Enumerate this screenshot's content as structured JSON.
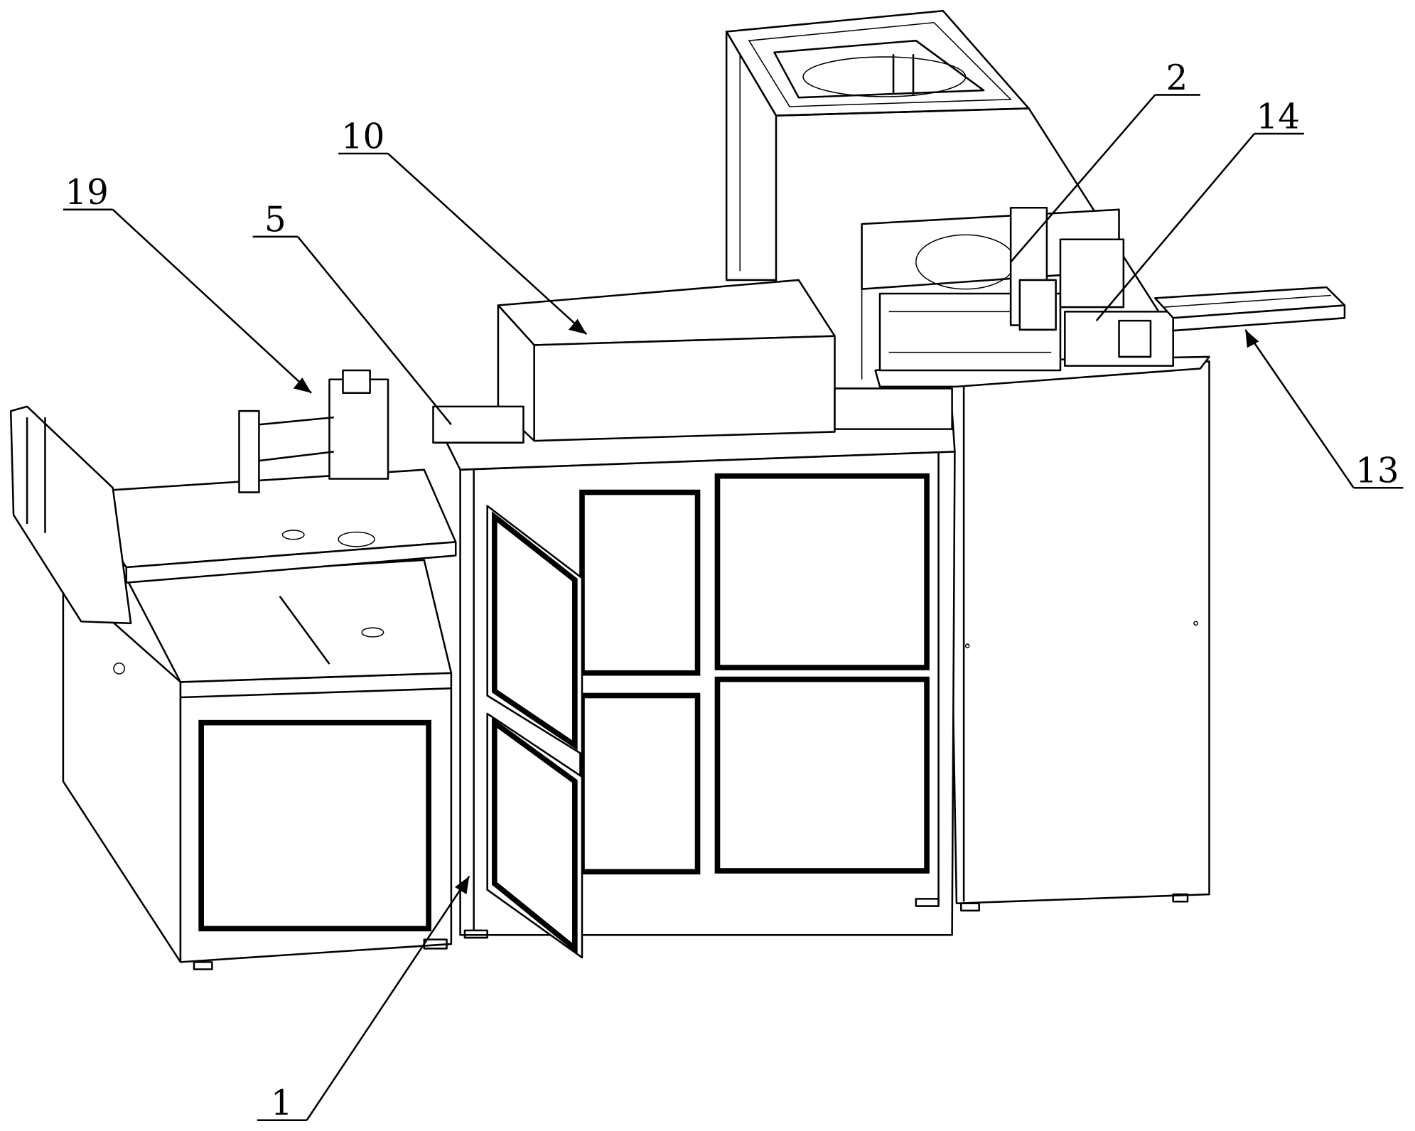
{
  "figure": {
    "labels": {
      "l1": "1",
      "l2": "2",
      "l5": "5",
      "l10": "10",
      "l13": "13",
      "l14": "14",
      "l19": "19"
    }
  }
}
